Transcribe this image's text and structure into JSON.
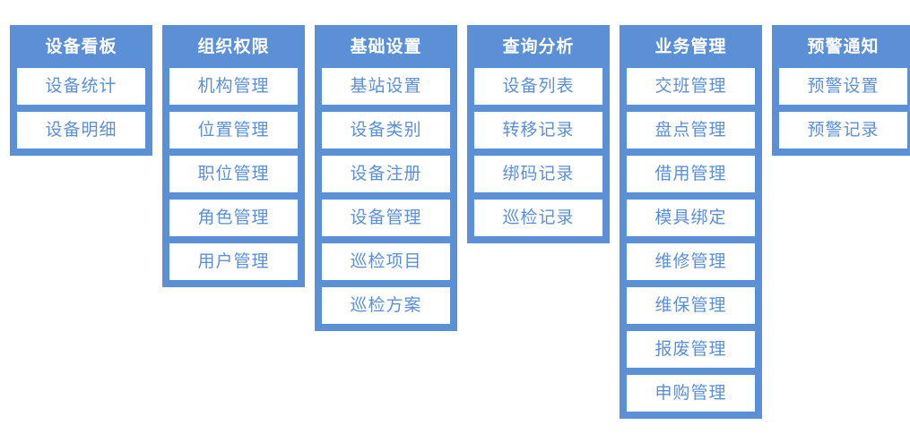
{
  "board": {
    "accent_color": "#5b8fd6",
    "item_background": "#ffffff",
    "item_text_color": "#5b8fd6",
    "header_text_color": "#ffffff",
    "page_background": "#ffffff",
    "columns": [
      {
        "title": "设备看板",
        "items": [
          {
            "label": "设备统计"
          },
          {
            "label": "设备明细"
          }
        ]
      },
      {
        "title": "组织权限",
        "items": [
          {
            "label": "机构管理"
          },
          {
            "label": "位置管理"
          },
          {
            "label": "职位管理"
          },
          {
            "label": "角色管理"
          },
          {
            "label": "用户管理"
          }
        ]
      },
      {
        "title": "基础设置",
        "items": [
          {
            "label": "基站设置"
          },
          {
            "label": "设备类别"
          },
          {
            "label": "设备注册"
          },
          {
            "label": "设备管理"
          },
          {
            "label": "巡检项目"
          },
          {
            "label": "巡检方案"
          }
        ]
      },
      {
        "title": "查询分析",
        "items": [
          {
            "label": "设备列表"
          },
          {
            "label": "转移记录"
          },
          {
            "label": "绑码记录"
          },
          {
            "label": "巡检记录"
          }
        ]
      },
      {
        "title": "业务管理",
        "items": [
          {
            "label": "交班管理"
          },
          {
            "label": "盘点管理"
          },
          {
            "label": "借用管理"
          },
          {
            "label": "模具绑定"
          },
          {
            "label": "维修管理"
          },
          {
            "label": "维保管理"
          },
          {
            "label": "报废管理"
          },
          {
            "label": "申购管理"
          }
        ]
      },
      {
        "title": "预警通知",
        "items": [
          {
            "label": "预警设置"
          },
          {
            "label": "预警记录"
          }
        ]
      }
    ]
  }
}
